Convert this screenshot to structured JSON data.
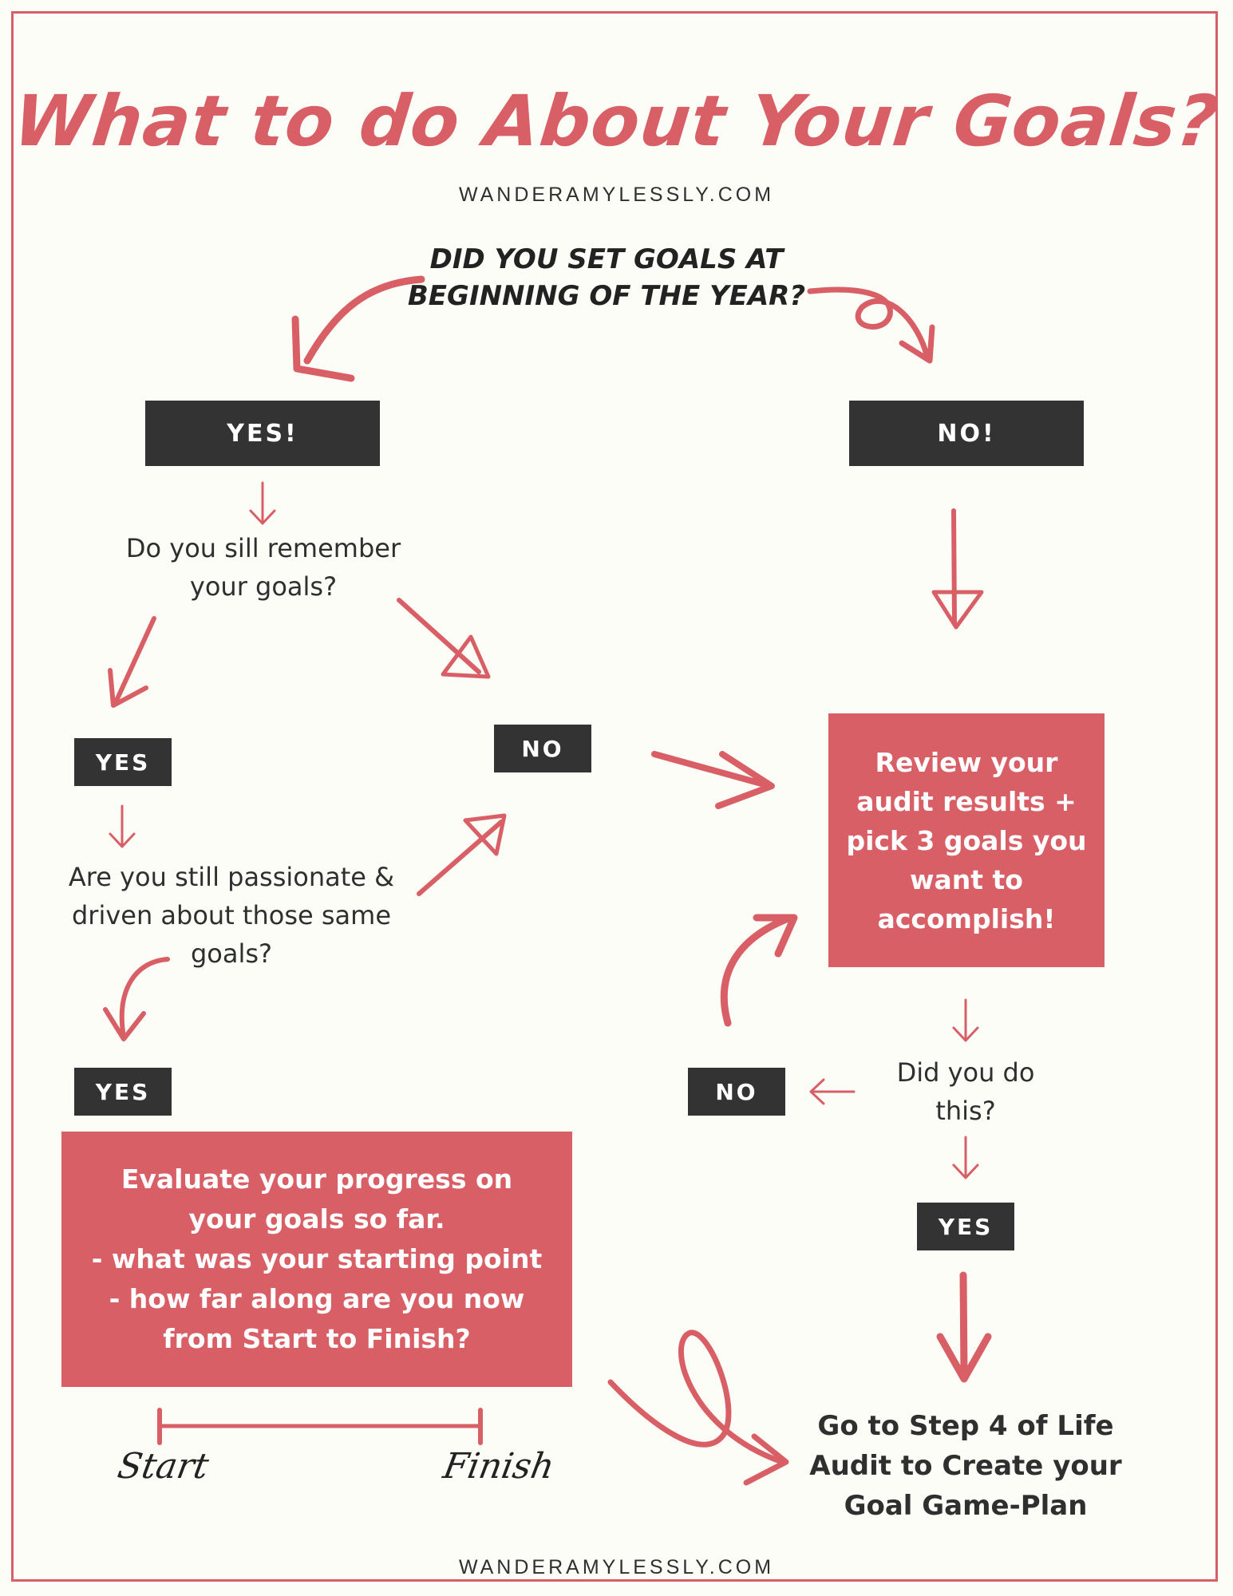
{
  "title": "What to do About Your Goals?",
  "site_top": "WANDERAMYLESSLY.COM",
  "site_bottom": "WANDERAMYLESSLY.COM",
  "start_question": {
    "line1": "DID YOU SET GOALS AT",
    "line2": "BEGINNING OF THE YEAR?"
  },
  "yes_top": "YES!",
  "no_top": "NO!",
  "remember_question": {
    "line1": "Do you sill remember",
    "line2": "your goals?"
  },
  "yes_remember": "YES",
  "no_remember": "NO",
  "passion_question": {
    "line1": "Are you still passionate &",
    "line2": "driven about those same",
    "line3": "goals?"
  },
  "yes_passion": "YES",
  "review_box": {
    "line1": "Review your",
    "line2": "audit results +",
    "line3": "pick 3 goals you",
    "line4": "want to",
    "line5": "accomplish!"
  },
  "did_question": {
    "line1": "Did you do",
    "line2": "this?"
  },
  "no_did": "NO",
  "yes_did": "YES",
  "evaluate_box": {
    "line1": "Evaluate your progress on",
    "line2": "your goals so far.",
    "line3": "- what was your starting point",
    "line4": "- how far along are you now",
    "line5": "from Start to Finish?"
  },
  "scale": {
    "start": "Start",
    "finish": "Finish"
  },
  "final_step": {
    "line1": "Go to Step 4 of Life",
    "line2": "Audit to Create your",
    "line3": "Goal Game-Plan"
  },
  "colors": {
    "accent": "#d95f66",
    "dark": "#333334",
    "text": "#2f2f2f",
    "background": "#fdfdf8"
  }
}
